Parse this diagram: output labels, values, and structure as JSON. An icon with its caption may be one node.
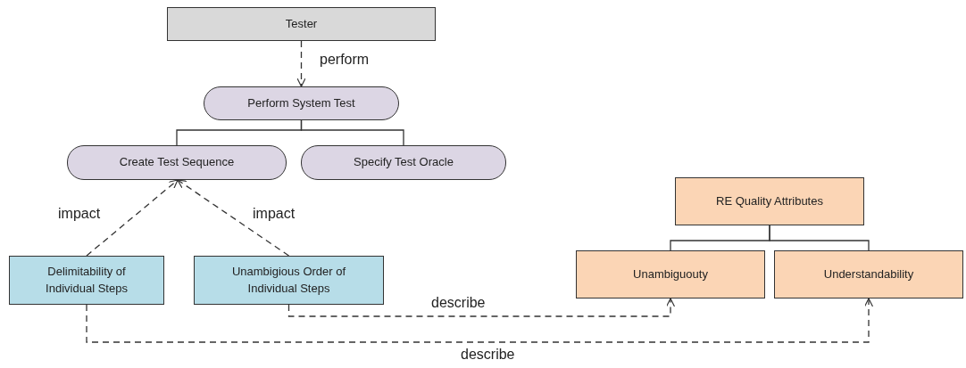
{
  "diagram": {
    "nodes": [
      {
        "text": [
          "Tester"
        ]
      },
      {
        "text": [
          "Perform System Test"
        ]
      },
      {
        "text": [
          "Create Test Sequence"
        ]
      },
      {
        "text": [
          "Specify Test Oracle"
        ]
      },
      {
        "text": [
          "Delimitability of Individual Steps"
        ]
      },
      {
        "text": [
          "Unambigious Order of Individual Steps"
        ]
      },
      {
        "text": [
          "RE Quality Attributes"
        ]
      },
      {
        "text": [
          "Unambiguouty"
        ]
      },
      {
        "text": [
          "Understandability"
        ]
      }
    ],
    "edges": [
      {
        "from": 0,
        "to": 1,
        "arrow": "to",
        "label": "perform",
        "style": "dashed"
      },
      {
        "from": 1,
        "to": 2,
        "arrow": "none"
      },
      {
        "from": 1,
        "to": 3,
        "arrow": "none"
      },
      {
        "from": 4,
        "to": 2,
        "arrow": "to",
        "label": "impact",
        "style": "dashed"
      },
      {
        "from": 5,
        "to": 2,
        "arrow": "to",
        "label": "impact",
        "style": "dashed"
      },
      {
        "from": 6,
        "to": 7,
        "arrow": "none"
      },
      {
        "from": 6,
        "to": 8,
        "arrow": "none"
      },
      {
        "from": 5,
        "to": 7,
        "arrow": "to",
        "label": "describe",
        "style": "dashed"
      },
      {
        "from": 4,
        "to": 8,
        "arrow": "to",
        "label": "describe",
        "style": "dashed"
      }
    ]
  }
}
